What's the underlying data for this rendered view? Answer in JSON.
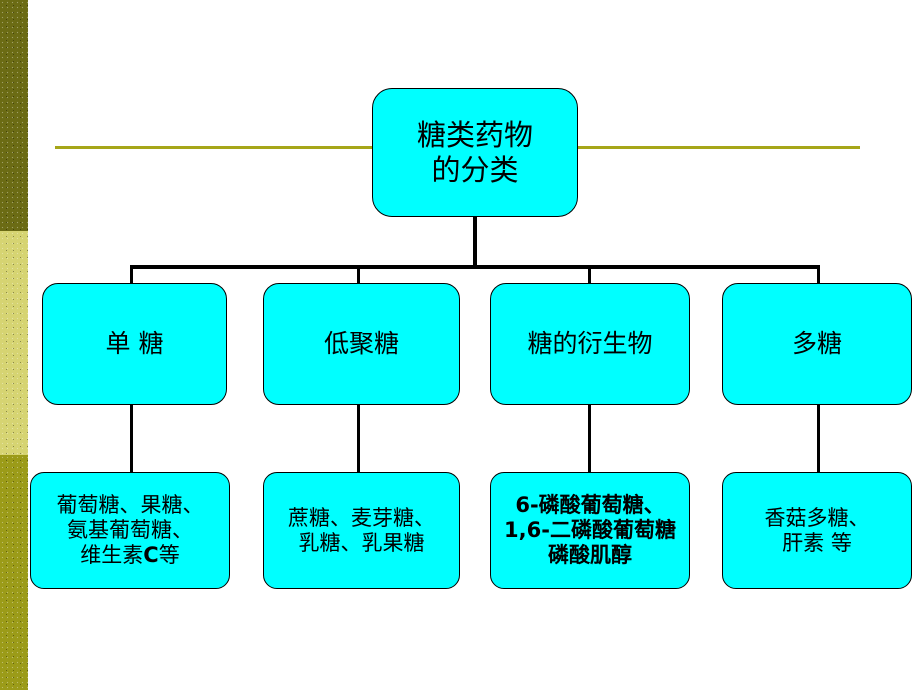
{
  "slide": {
    "background_color": "#FFFFFF",
    "node_fill_color": "#00FFFF",
    "node_border_color": "#000000",
    "connector_color": "#000000",
    "rule_color": "#A6A618",
    "sidebar_band_colors": [
      "#6B6B14",
      "#D6D472",
      "#9B9B18"
    ]
  },
  "diagram": {
    "root": {
      "label": "糖类药物\n的分类",
      "line1": "糖类药物",
      "line2": "的分类"
    },
    "categories": [
      {
        "label": "单 糖"
      },
      {
        "label": "低聚糖"
      },
      {
        "label": "糖的衍生物"
      },
      {
        "label": "多糖"
      }
    ],
    "examples": [
      {
        "bold": false,
        "lines": [
          "葡萄糖、果糖、",
          "氨基葡萄糖、",
          "维生素C等"
        ],
        "line3_prefix": "维生素",
        "line3_latin": "C",
        "line3_suffix": "等"
      },
      {
        "bold": false,
        "lines": [
          "蔗糖、麦芽糖、",
          "乳糖、乳果糖"
        ]
      },
      {
        "bold": true,
        "lines": [
          "6-磷酸葡萄糖、",
          "1,6-二磷酸葡萄糖",
          "磷酸肌醇"
        ]
      },
      {
        "bold": false,
        "lines": [
          "香菇多糖、",
          "肝素 等"
        ]
      }
    ]
  }
}
